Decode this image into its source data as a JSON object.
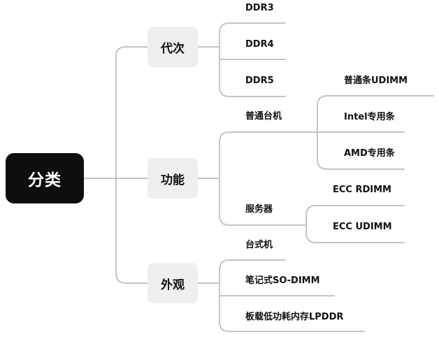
{
  "root": {
    "label": "分类"
  },
  "branches": [
    {
      "label": "代次",
      "children": [
        {
          "label": "DDR3"
        },
        {
          "label": "DDR4"
        },
        {
          "label": "DDR5"
        }
      ]
    },
    {
      "label": "功能",
      "children": [
        {
          "label": "普通台机",
          "children": [
            {
              "label": "普通条UDIMM"
            },
            {
              "label": "Intel专用条"
            },
            {
              "label": "AMD专用条"
            }
          ]
        },
        {
          "label": "服务器",
          "children": [
            {
              "label": "ECC RDIMM"
            },
            {
              "label": "ECC UDIMM"
            }
          ]
        }
      ]
    },
    {
      "label": "外观",
      "children": [
        {
          "label": "台式机"
        },
        {
          "label": "笔记式SO-DIMM"
        },
        {
          "label": "板载低功耗内存LPDDR"
        }
      ]
    }
  ]
}
